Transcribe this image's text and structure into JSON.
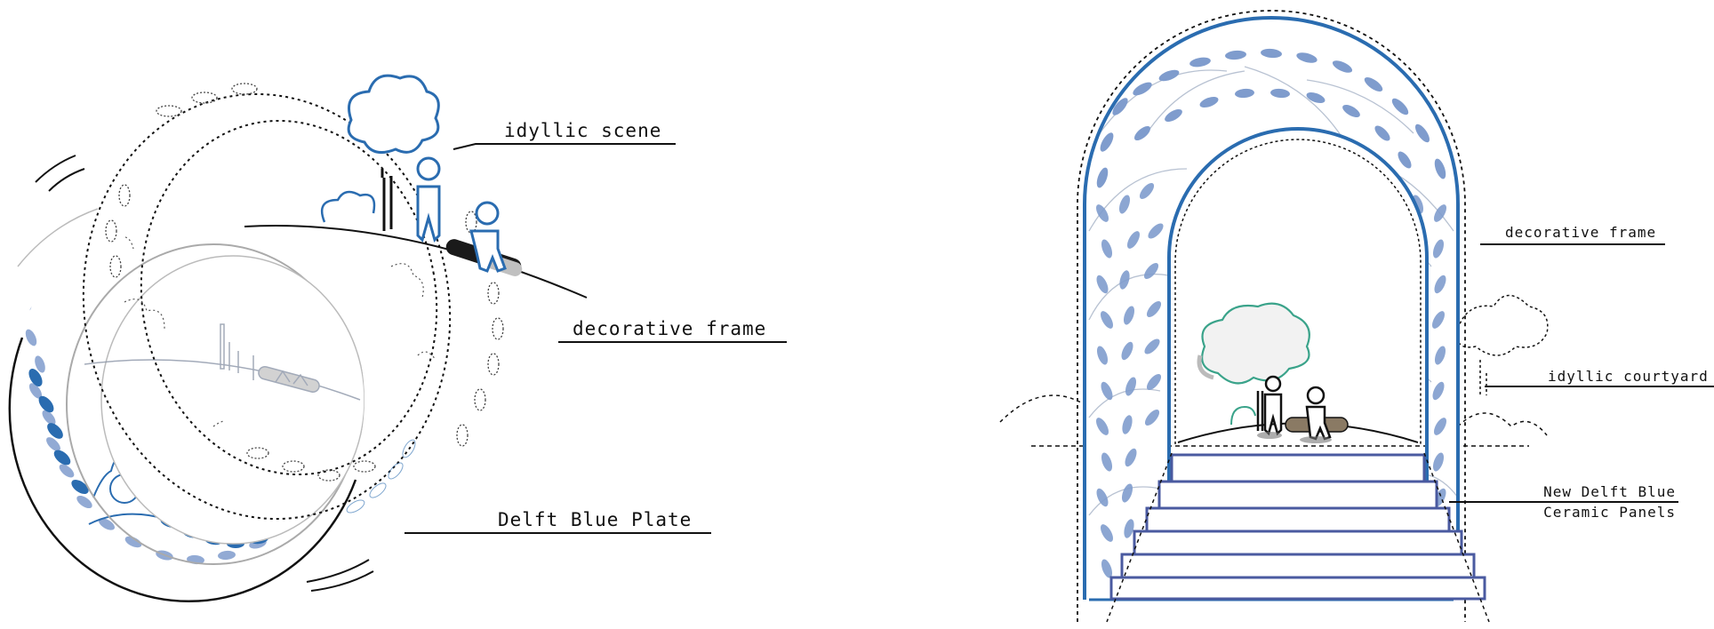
{
  "left_diagram": {
    "labels": {
      "idyllic_scene": "idyllic scene",
      "decorative_frame": "decorative frame",
      "delft_blue_plate": "Delft Blue Plate"
    }
  },
  "right_diagram": {
    "labels": {
      "decorative_frame": "decorative frame",
      "idyllic_courtyard": "idyllic courtyard",
      "panels_line1": "New Delft Blue",
      "panels_line2": "Ceramic Panels"
    }
  },
  "colors": {
    "delft_blue": "#2a6cb0",
    "pattern_blue": "#7f9ccd",
    "light_blue": "#b6c8e6",
    "ink": "#111111",
    "log": "#8a7a64",
    "grass": "#3aa38a"
  }
}
